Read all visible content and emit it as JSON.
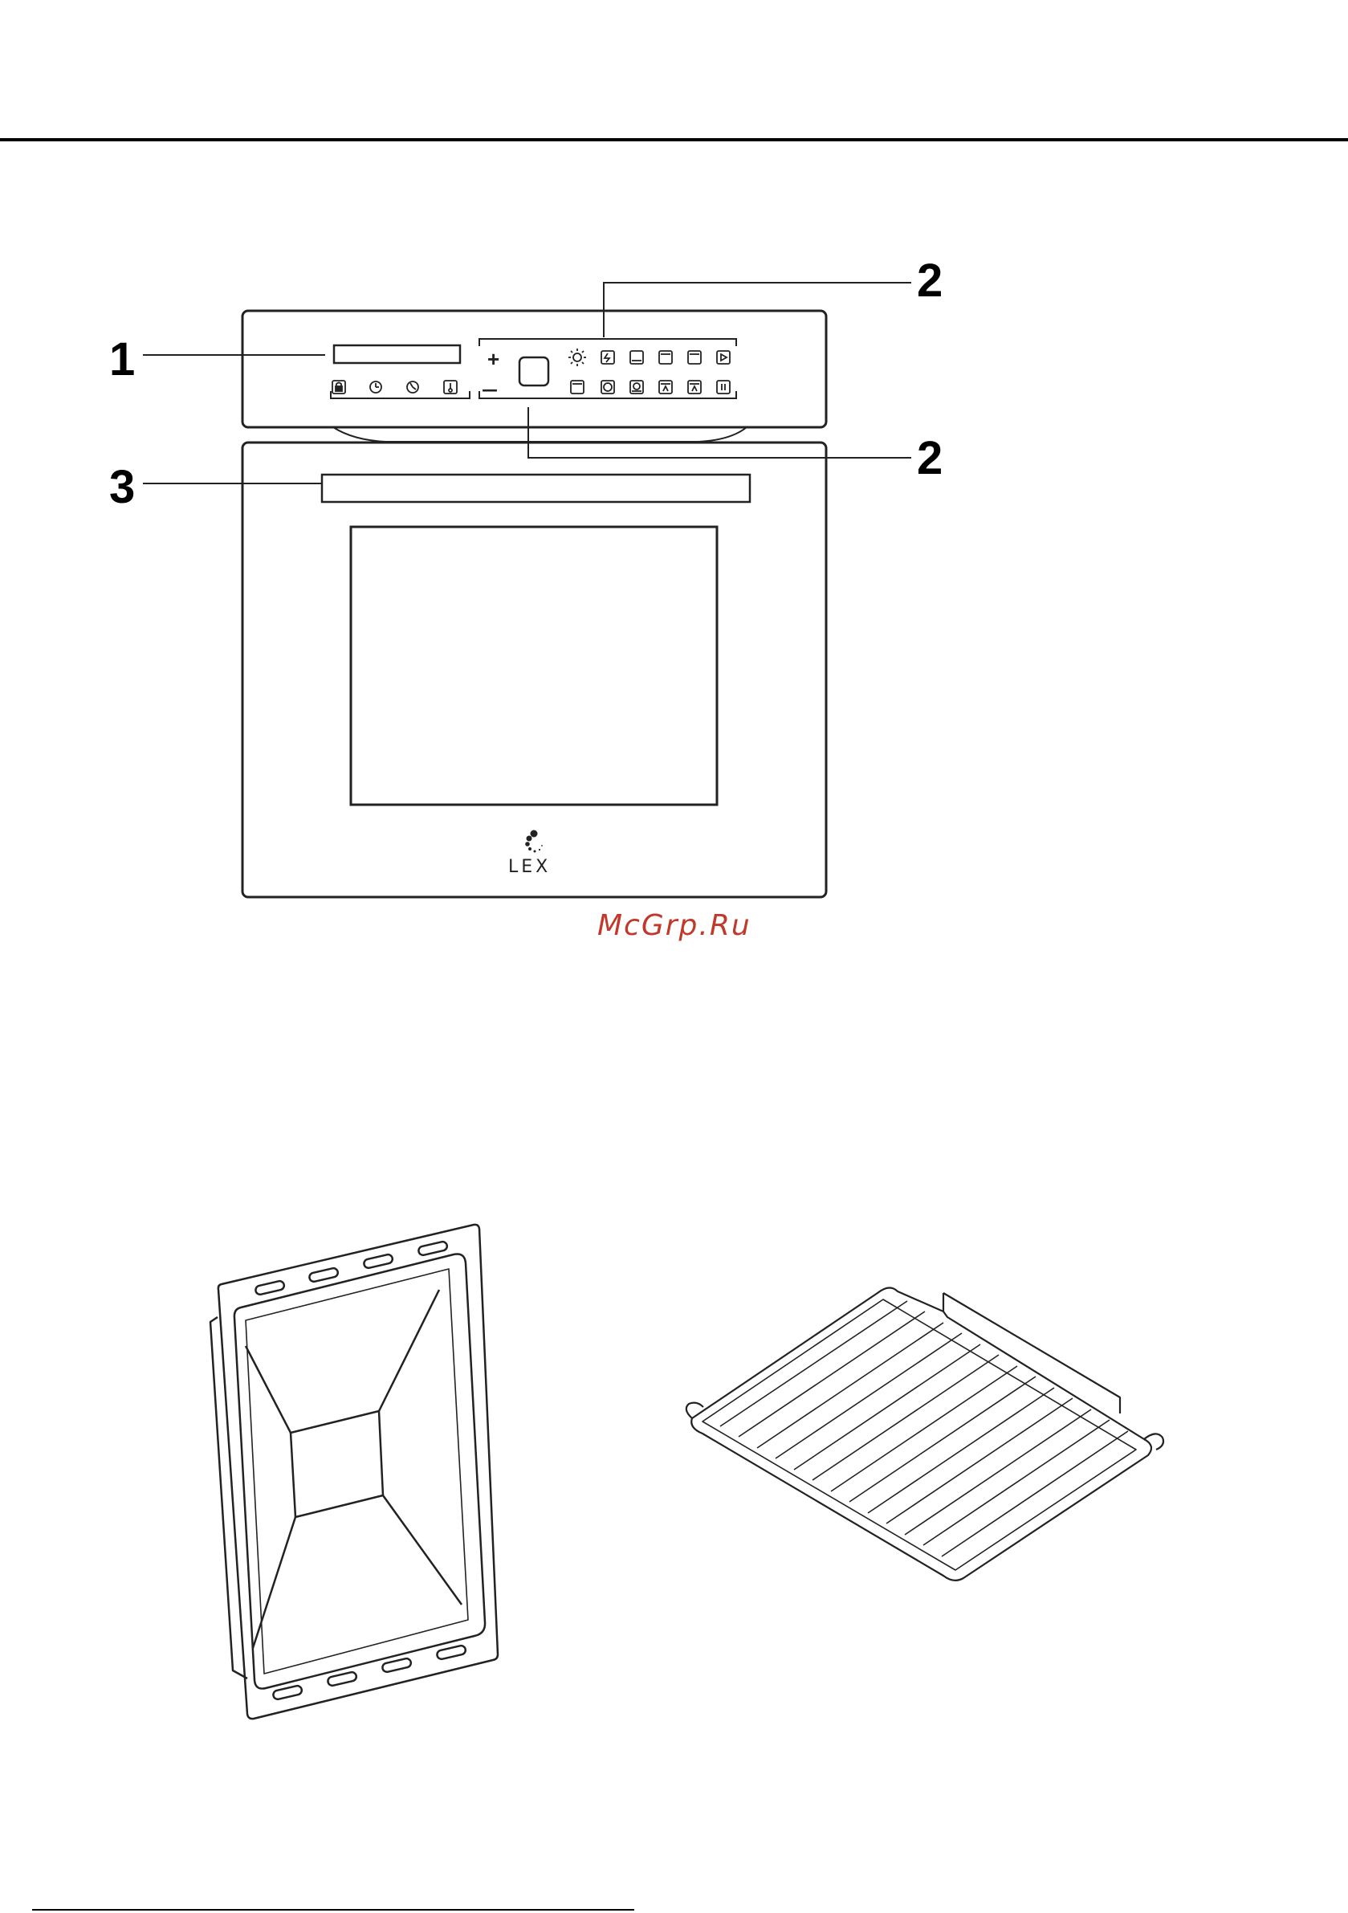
{
  "callouts": {
    "display_label": "1",
    "controls_label_top": "2",
    "controls_label_bottom": "2",
    "door_label": "3"
  },
  "control_panel": {
    "plus_label": "+",
    "minus_label": "—",
    "top_row_icons": [
      "light-icon",
      "defrost-icon",
      "bottom-heat-icon",
      "top-heat-icon",
      "top-bottom-heat-icon",
      "start-icon"
    ],
    "bottom_row_icons": [
      "grill-icon",
      "fan-icon",
      "fan-bottom-icon",
      "grill-fan-icon",
      "turbo-grill-icon",
      "pause-icon"
    ],
    "left_row_icons": [
      "lock-icon",
      "timer-icon",
      "clock-icon",
      "temperature-icon"
    ]
  },
  "brand": {
    "logo_text": "LEX",
    "logo_color": "#222222"
  },
  "watermark": {
    "text": "McGrp.Ru",
    "color": "#c0392b"
  },
  "accessories": [
    "baking-tray",
    "wire-rack"
  ]
}
